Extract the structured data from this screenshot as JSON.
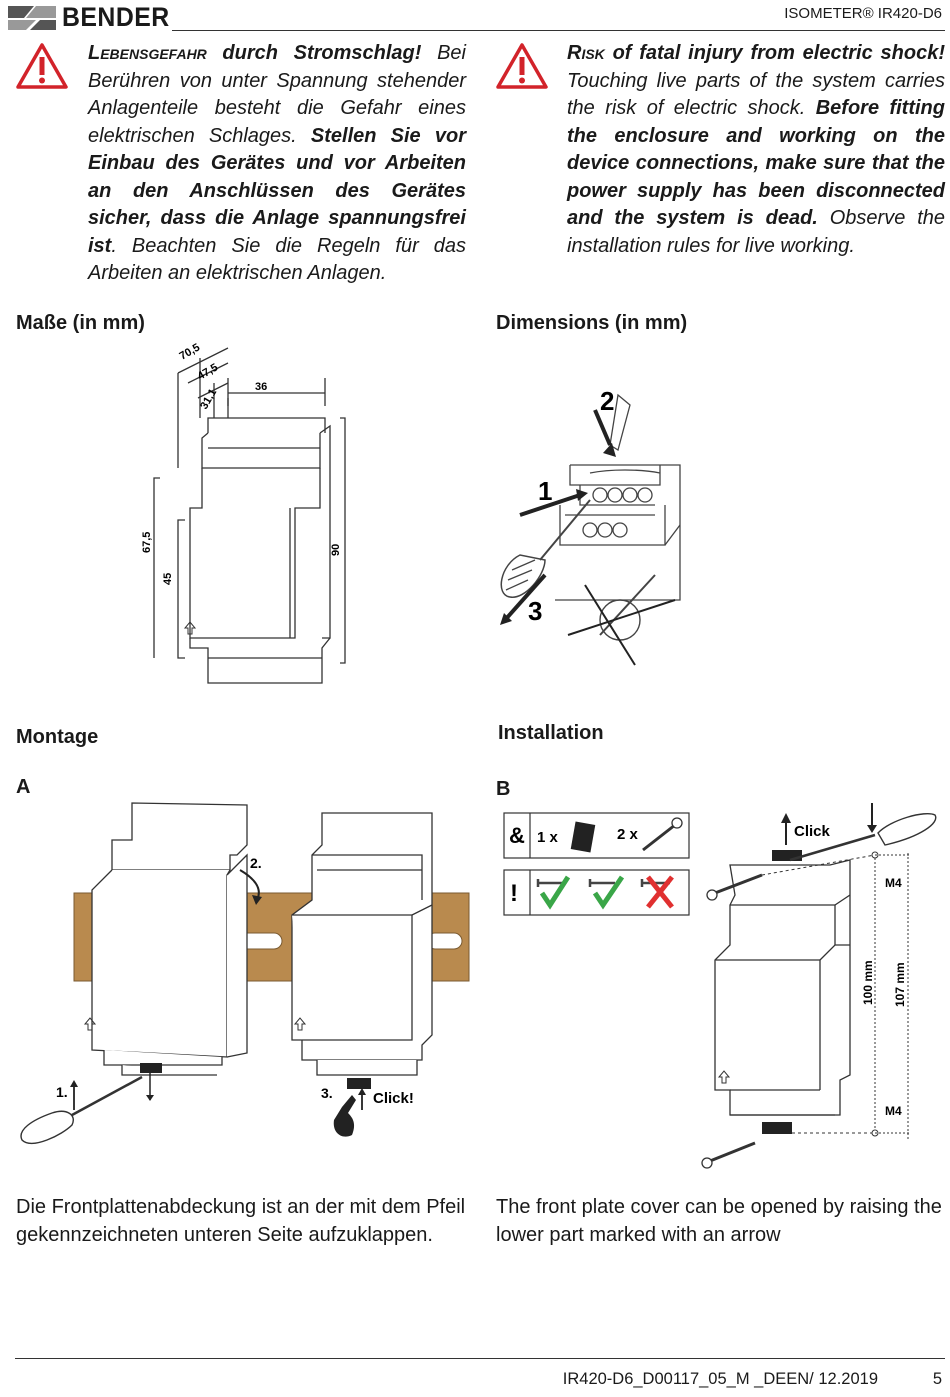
{
  "header": {
    "brand": "BENDER",
    "product": "ISOMETER® IR420-D6"
  },
  "warning_de": {
    "lead_caps": "Lebensgefahr",
    "lead_rest": " durch Stromschlag!",
    "text1": " Bei Berühren von unter Spannung stehender Anlagenteile besteht die Gefahr eines elektrischen Schlages. ",
    "bold": "Stellen Sie vor Einbau des Gerätes und vor Arbeiten an den Anschlüssen des Gerätes sicher, dass die Anlage spannungsfrei ist",
    "text2": ". Beachten Sie die Regeln für das Arbeiten an elektrischen Anlagen."
  },
  "warning_en": {
    "lead_caps": "Risk",
    "lead_rest": " of fatal injury from electric shock!",
    "text1": " Touching live parts of the system carries the risk of electric shock. ",
    "bold": "Before fitting the enclosure and working on the device connections, make sure that the power supply has been disconnected and the system is dead.",
    "text2": " Observe the installation rules for live working."
  },
  "headings": {
    "dimensions_de": "Maße (in mm)",
    "dimensions_en": "Dimensions (in mm)",
    "mounting_de": "Montage",
    "mounting_en": "Installation",
    "fig_a": "A",
    "fig_b": "B"
  },
  "dimension_drawing": {
    "d70_5": "70,5",
    "d47_5": "47,5",
    "d31_1": "31,1",
    "d36": "36",
    "d67_5": "67,5",
    "d45": "45",
    "d90": "90"
  },
  "screwdriver_drawing": {
    "step1": "1",
    "step2": "2",
    "step3": "3"
  },
  "fig_a_labels": {
    "step1": "1.",
    "step2": "2.",
    "step3": "3.",
    "click": "Click!"
  },
  "fig_b_labels": {
    "amp": "&",
    "qty1": "1 x",
    "qty2": "2 x",
    "excl": "!",
    "click": "Click",
    "m4_top": "M4",
    "m4_bottom": "M4",
    "d100": "100 mm",
    "d107": "107 mm"
  },
  "caption_de": "Die Frontplattenabdeckung ist an der mit dem Pfeil gekennzeichneten unteren Seite aufzuklappen.",
  "caption_en": "The front plate cover can be opened by raising the lower part marked with an arrow",
  "footer": {
    "doc_ref": "IR420-D6_D00117_05_M _DEEN/ 12.2019",
    "page": "5"
  },
  "colors": {
    "warning_red": "#d2232a",
    "rail_brown": "#b98a4e",
    "check_green": "#3aa648",
    "cross_red": "#e03030"
  }
}
